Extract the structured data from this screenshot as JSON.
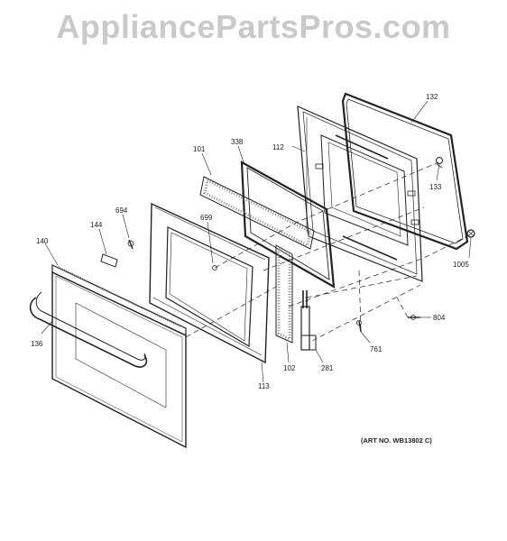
{
  "watermark": "AppliancePartsPros.com",
  "art_number": "(ART NO. WB13802 C)",
  "callouts": {
    "c132": "132",
    "c112": "112",
    "c338": "338",
    "c101": "101",
    "c133": "133",
    "c694": "694",
    "c699": "699",
    "c144": "144",
    "c140": "140",
    "c1005": "1005",
    "c804": "804",
    "c761": "761",
    "c281": "281",
    "c102": "102",
    "c113": "113",
    "c136": "136"
  }
}
